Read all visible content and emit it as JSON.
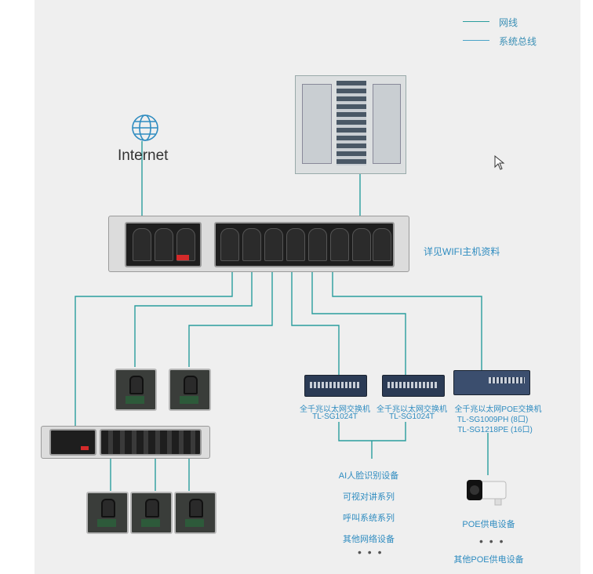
{
  "legend": {
    "network": "网线",
    "bus": "系统总线",
    "network_color": "#2a9d9d",
    "bus_color": "#4aa3c8"
  },
  "internet": {
    "label": "Internet",
    "icon": "globe-icon"
  },
  "host": {
    "label": "详见WIFI主机资料"
  },
  "switches": [
    {
      "name": "全千兆以太网交换机",
      "model": "TL-SG1024T"
    },
    {
      "name": "全千兆以太网交换机",
      "model": "TL-SG1024T"
    },
    {
      "name": "全千兆以太网POE交换机",
      "model1": "TL-SG1009PH (8口)",
      "model2": "TL-SG1218PE (16口)"
    }
  ],
  "devices": [
    "AI人脸识别设备",
    "可视对讲系列",
    "呼叫系统系列",
    "其他网络设备"
  ],
  "more": "• • •",
  "poe": {
    "camera": "POE供电设备",
    "other": "其他POE供电设备"
  },
  "colors": {
    "line": "#2a9d9d",
    "text": "#2f8cc0"
  }
}
